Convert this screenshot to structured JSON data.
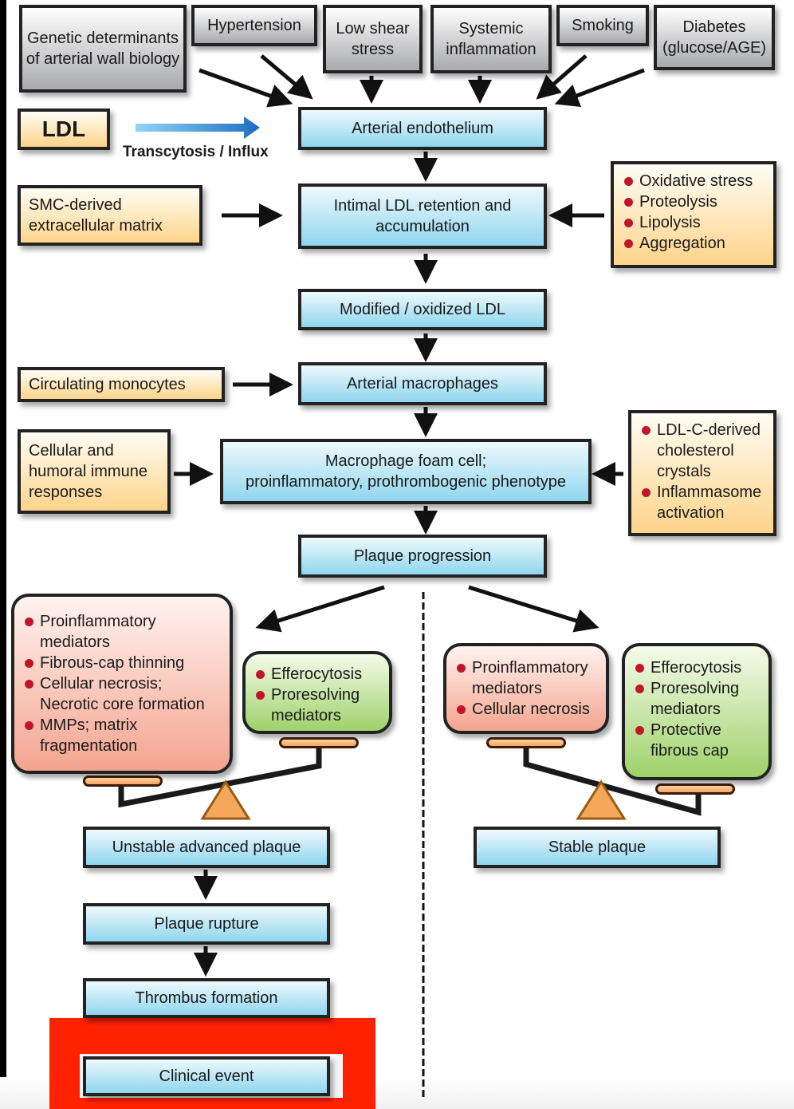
{
  "risk_factors": [
    {
      "label": "Genetic determinants of arterial wall biology"
    },
    {
      "label": "Hypertension"
    },
    {
      "label": "Low shear stress"
    },
    {
      "label": "Systemic inflammation"
    },
    {
      "label": "Smoking"
    },
    {
      "label": "Diabetes (glucose/AGE)"
    }
  ],
  "ldl": {
    "label": "LDL",
    "arrow_label": "Transcytosis / Influx"
  },
  "main_flow": {
    "endothelium": "Arterial endothelium",
    "retention": "Intimal LDL retention and accumulation",
    "modified": "Modified / oxidized LDL",
    "macrophages": "Arterial macrophages",
    "foam_cell_line1": "Macrophage foam cell;",
    "foam_cell_line2": "proinflammatory, prothrombogenic phenotype",
    "progression": "Plaque progression"
  },
  "inputs": {
    "smc": "SMC-derived extracellular matrix",
    "monocytes": "Circulating monocytes",
    "immune": "Cellular and humoral immune responses",
    "modifiers": [
      "Oxidative stress",
      "Proteolysis",
      "Lipolysis",
      "Aggregation"
    ],
    "crystals": [
      "LDL-C-derived cholesterol crystals",
      "Inflammasome activation"
    ]
  },
  "unstable_branch": {
    "harmful": [
      "Proinflammatory mediators",
      "Fibrous-cap thinning",
      "Cellular necrosis; Necrotic core formation",
      "MMPs; matrix fragmentation"
    ],
    "protective": [
      "Efferocytosis",
      "Proresolving mediators"
    ],
    "outcome": "Unstable advanced plaque",
    "rupture": "Plaque rupture",
    "thrombus": "Thrombus formation",
    "event": "Clinical event"
  },
  "stable_branch": {
    "harmful": [
      "Proinflammatory mediators",
      "Cellular necrosis"
    ],
    "protective": [
      "Efferocytosis",
      "Proresolving mediators",
      "Protective fibrous cap"
    ],
    "outcome": "Stable plaque"
  },
  "colors": {
    "highlight": "#ff2200",
    "bullet": "#c0152a",
    "flow_box": "#8fd6ee",
    "input_box": "#fdd48a",
    "harmful_box": "#f4a48f",
    "protective_box": "#9fd16a",
    "fulcrum": "#f6a85a"
  }
}
